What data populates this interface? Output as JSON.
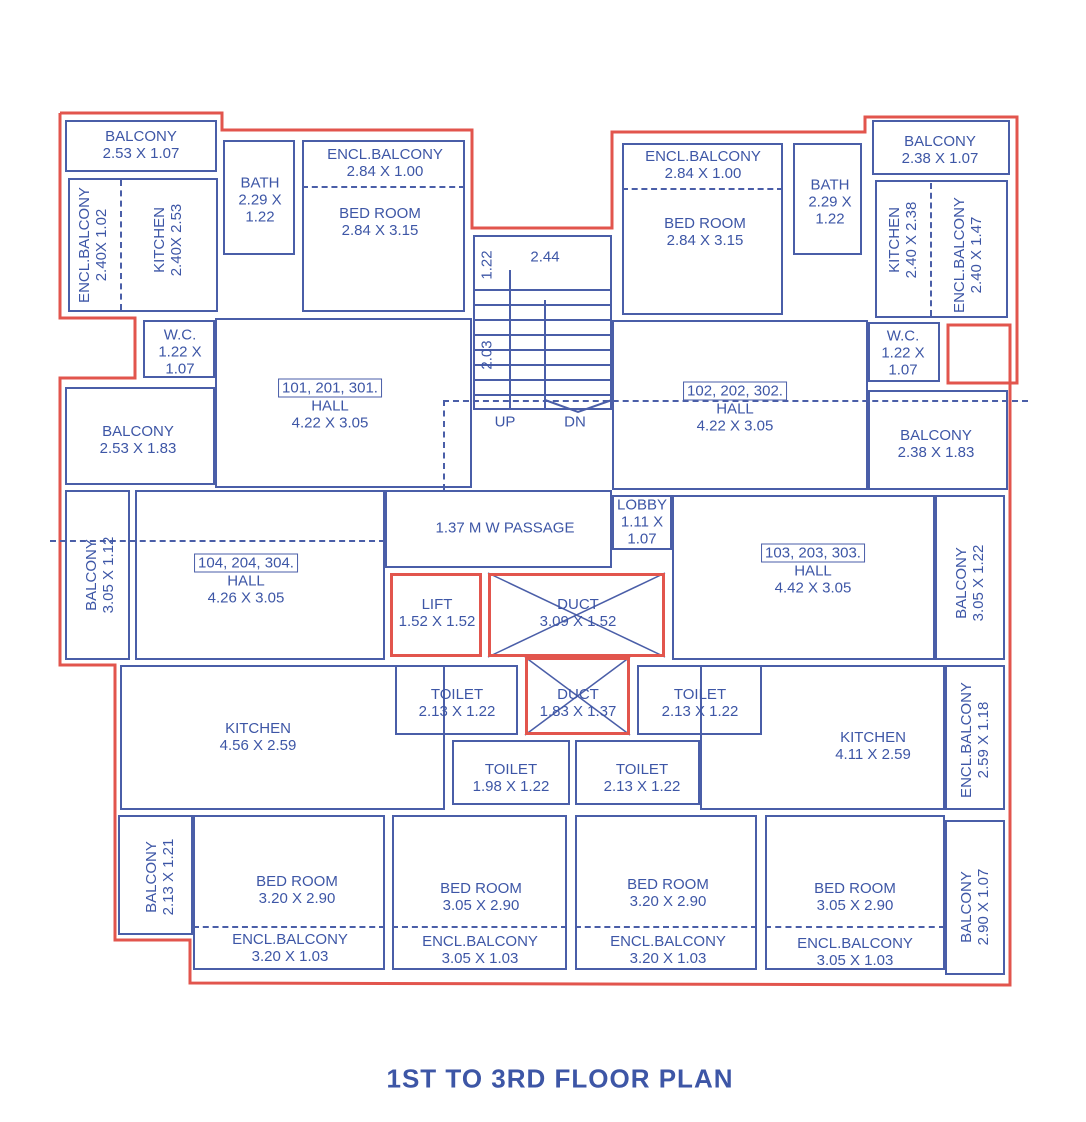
{
  "title": "1ST TO 3RD FLOOR PLAN",
  "colors": {
    "walls": "#4a5ea8",
    "outline": "#e2554d",
    "text": "#3d56a6"
  },
  "unit_tags": {
    "u101": "101, 201, 301.",
    "u102": "102, 202, 302.",
    "u103": "103, 203, 303.",
    "u104": "104, 204, 304."
  },
  "rooms": {
    "u101_balcony_top": {
      "name": "BALCONY",
      "size": "2.53 X 1.07"
    },
    "u101_encl_balcony_side": {
      "name": "ENCL.BALCONY",
      "size": "2.40X 1.02"
    },
    "u101_kitchen": {
      "name": "KITCHEN",
      "size": "2.40X 2.53"
    },
    "u101_bath": {
      "name": "BATH",
      "size": "2.29 X",
      "size2": "1.22"
    },
    "u101_encl_balcony": {
      "name": "ENCL.BALCONY",
      "size": "2.84 X 1.00"
    },
    "u101_bedroom": {
      "name": "BED ROOM",
      "size": "2.84 X 3.15"
    },
    "u101_wc": {
      "name": "W.C.",
      "size": "1.22 X",
      "size2": "1.07"
    },
    "u101_balcony": {
      "name": "BALCONY",
      "size": "2.53 X 1.83"
    },
    "u101_hall": {
      "name": "HALL",
      "size": "4.22 X 3.05"
    },
    "u102_encl_balcony": {
      "name": "ENCL.BALCONY",
      "size": "2.84 X 1.00"
    },
    "u102_bedroom": {
      "name": "BED ROOM",
      "size": "2.84 X 3.15"
    },
    "u102_bath": {
      "name": "BATH",
      "size": "2.29 X",
      "size2": "1.22"
    },
    "u102_balcony_top": {
      "name": "BALCONY",
      "size": "2.38 X 1.07"
    },
    "u102_kitchen": {
      "name": "KITCHEN",
      "size": "2.40 X 2.38"
    },
    "u102_encl_balcony_side": {
      "name": "ENCL.BALCONY",
      "size": "2.40 X 1.47"
    },
    "u102_wc": {
      "name": "W.C.",
      "size": "1.22 X",
      "size2": "1.07"
    },
    "u102_balcony": {
      "name": "BALCONY",
      "size": "2.38 X 1.83"
    },
    "u102_hall": {
      "name": "HALL",
      "size": "4.22 X 3.05"
    },
    "passage": {
      "name": "1.37 M W PASSAGE"
    },
    "lobby": {
      "name": "LOBBY",
      "size": "1.11 X",
      "size2": "1.07"
    },
    "lift": {
      "name": "LIFT",
      "size": "1.52 X 1.52"
    },
    "duct1": {
      "name": "DUCT",
      "size": "3.09 X 1.52"
    },
    "duct2": {
      "name": "DUCT",
      "size": "1.83 X 1.37"
    },
    "toilet_a": {
      "name": "TOILET",
      "size": "2.13 X 1.22"
    },
    "toilet_b": {
      "name": "TOILET",
      "size": "2.13 X 1.22"
    },
    "toilet_c": {
      "name": "TOILET",
      "size": "1.98 X 1.22"
    },
    "toilet_d": {
      "name": "TOILET",
      "size": "2.13 X 1.22"
    },
    "u104_balcony": {
      "name": "BALCONY",
      "size": "3.05 X 1.12"
    },
    "u104_hall": {
      "name": "HALL",
      "size": "4.26 X 3.05"
    },
    "u104_kitchen": {
      "name": "KITCHEN",
      "size": "4.56 X 2.59"
    },
    "u104_balcony2": {
      "name": "BALCONY",
      "size": "2.13 X 1.21"
    },
    "bed1": {
      "name": "BED ROOM",
      "size": "3.20 X 2.90"
    },
    "encl1": {
      "name": "ENCL.BALCONY",
      "size": "3.20 X 1.03"
    },
    "bed2": {
      "name": "BED ROOM",
      "size": "3.05 X 2.90"
    },
    "encl2": {
      "name": "ENCL.BALCONY",
      "size": "3.05 X 1.03"
    },
    "bed3": {
      "name": "BED ROOM",
      "size": "3.20 X 2.90"
    },
    "encl3": {
      "name": "ENCL.BALCONY",
      "size": "3.20 X 1.03"
    },
    "bed4": {
      "name": "BED ROOM",
      "size": "3.05 X 2.90"
    },
    "encl4": {
      "name": "ENCL.BALCONY",
      "size": "3.05 X 1.03"
    },
    "u103_balcony2": {
      "name": "BALCONY",
      "size": "2.90 X 1.07"
    },
    "u103_hall": {
      "name": "HALL",
      "size": "4.42 X 3.05"
    },
    "u103_balcony": {
      "name": "BALCONY",
      "size": "3.05 X 1.22"
    },
    "u103_kitchen": {
      "name": "KITCHEN",
      "size": "4.11 X 2.59"
    },
    "u103_encl_balcony": {
      "name": "ENCL.BALCONY",
      "size": "2.59 X 1.18"
    }
  },
  "stair": {
    "width": "2.44",
    "landing": "1.22",
    "length": "2.03",
    "up": "UP",
    "dn": "DN"
  }
}
